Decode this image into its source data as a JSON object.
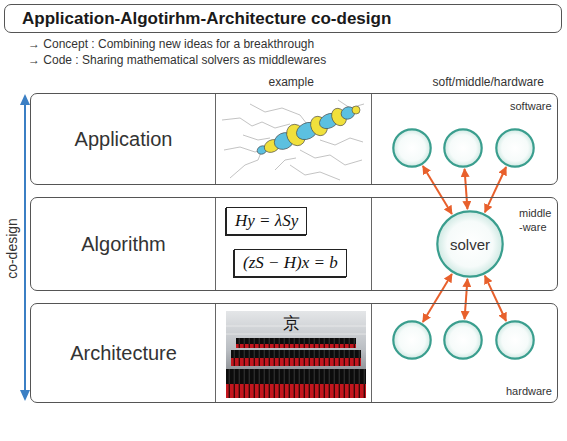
{
  "diagram": {
    "title": "Application-Algotirhm-Architecture co-design",
    "nodes": [
      {
        "text": [
          "Application"
        ]
      },
      {
        "text": [],
        "in": 0
      },
      {
        "text": [],
        "in": 0
      },
      {
        "text": [],
        "in": 0
      },
      {
        "text": [
          "Algorithm"
        ]
      },
      {
        "text": [
          "Hy = λSy"
        ],
        "in": 4
      },
      {
        "text": [
          "(zS − H)x = b"
        ],
        "in": 4
      },
      {
        "text": [
          "solver"
        ],
        "in": 4
      },
      {
        "text": [
          "Architecture"
        ]
      },
      {
        "text": [],
        "in": 8
      },
      {
        "text": [],
        "in": 8
      },
      {
        "text": [],
        "in": 8
      }
    ],
    "edges": [
      {
        "from": 7,
        "to": 1,
        "arrow": "both"
      },
      {
        "from": 7,
        "to": 2,
        "arrow": "both"
      },
      {
        "from": 7,
        "to": 3,
        "arrow": "both"
      },
      {
        "from": 7,
        "to": 9,
        "arrow": "both"
      },
      {
        "from": 7,
        "to": 10,
        "arrow": "both"
      },
      {
        "from": 7,
        "to": 11,
        "arrow": "both"
      }
    ],
    "labels": [
      "→ Concept : Combining new ideas for a breakthrough",
      "→ Code : Sharing mathematical solvers as middlewares",
      "example",
      "soft/middle/hardware",
      "software",
      "middle -ware",
      "hardware",
      "co-design",
      "京"
    ]
  }
}
